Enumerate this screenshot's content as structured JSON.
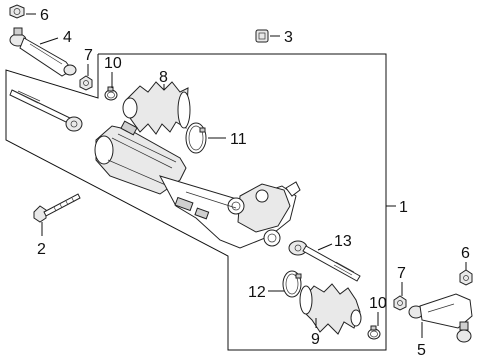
{
  "callouts": {
    "c1": "1",
    "c2": "2",
    "c3": "3",
    "c4": "4",
    "c5": "5",
    "c6_left": "6",
    "c6_right": "6",
    "c7_left": "7",
    "c7_right": "7",
    "c8": "8",
    "c9": "9",
    "c10_top": "10",
    "c10_bottom": "10",
    "c11": "11",
    "c12": "12",
    "c13": "13"
  }
}
